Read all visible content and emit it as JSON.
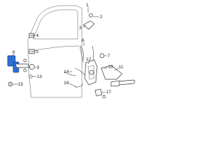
{
  "diagram": {
    "accent_color": "#2e6fd6",
    "callouts": [
      "1",
      "2",
      "3",
      "4",
      "5",
      "6",
      "7",
      "8",
      "9",
      "10",
      "11",
      "12",
      "13",
      "14",
      "15",
      "16",
      "17"
    ]
  }
}
